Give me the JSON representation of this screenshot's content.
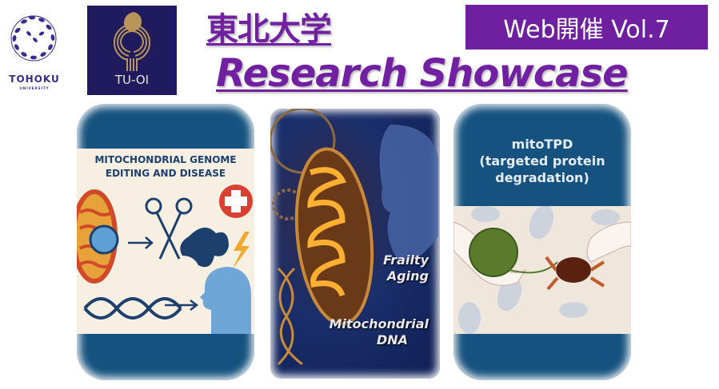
{
  "header": {
    "logos": [
      {
        "name": "Tohoku University",
        "wordmark": "TOHOKU",
        "subtext": "UNIVERSITY"
      },
      {
        "name": "TU-OI",
        "label": "TU-OI"
      }
    ],
    "title_jp": "東北大学",
    "badge": "Web開催  Vol.7",
    "title_en": "Research Showcase",
    "accent_color": "#7020a0"
  },
  "cards": [
    {
      "heading_lines": [
        "MITOCHONDRIAL GENOME",
        "EDITING AND DISEASE"
      ],
      "frame_color": "#16527f"
    },
    {
      "labels": [
        "Frailty",
        "Aging",
        "Mitochondrial",
        "DNA"
      ]
    },
    {
      "heading_lines": [
        "mitoTPD",
        "(targeted protein",
        "degradation)"
      ],
      "frame_color": "#16527f"
    }
  ]
}
